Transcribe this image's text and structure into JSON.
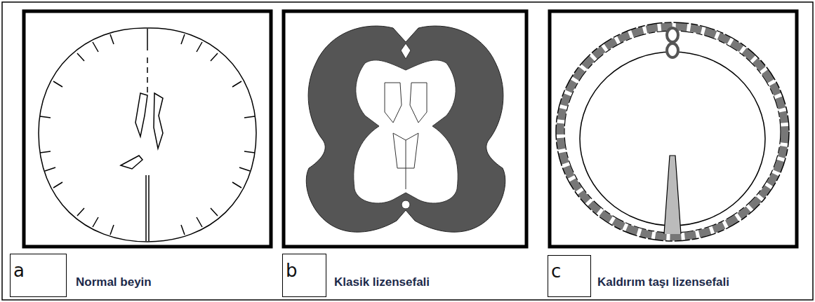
{
  "diagram": {
    "nodes": [
      {
        "text": [
          "a",
          "Normal beyin"
        ]
      },
      {
        "text": [
          "b",
          "Klasik lizensefali"
        ]
      },
      {
        "text": [
          "c",
          "Kaldırım taşı lizensefali"
        ]
      }
    ]
  }
}
